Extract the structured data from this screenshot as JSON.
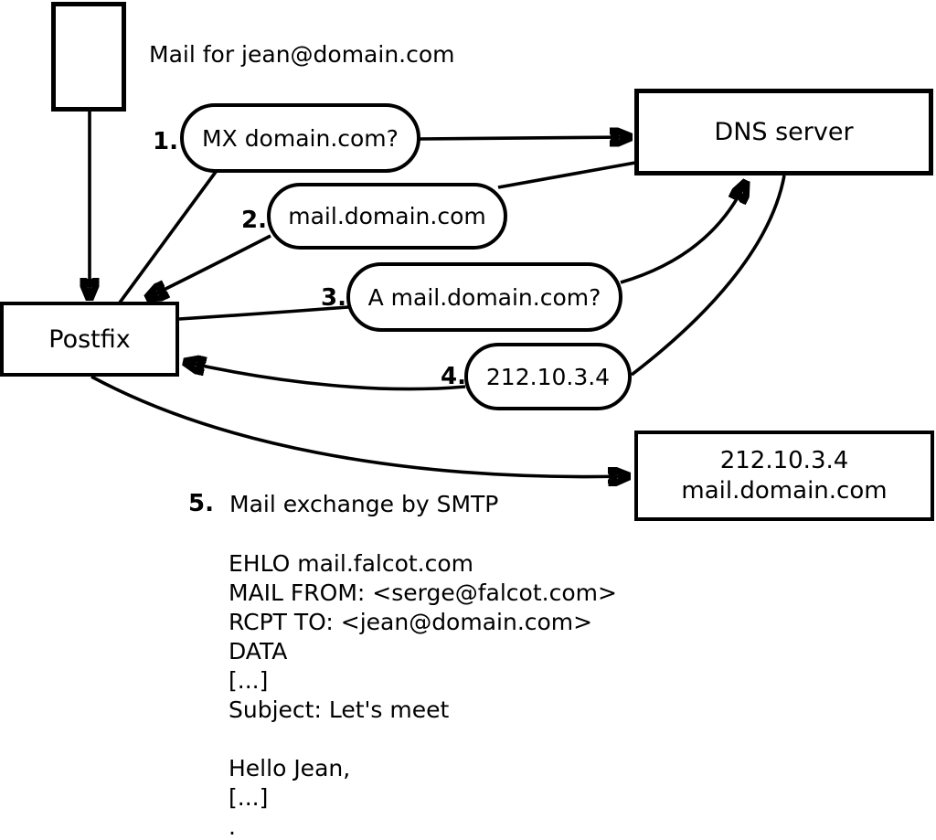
{
  "caption": "Mail for jean@domain.com",
  "nodes": {
    "postfix": "Postfix",
    "dns": "DNS server",
    "mail_server": {
      "line1": "212.10.3.4",
      "line2": "mail.domain.com"
    }
  },
  "steps": [
    {
      "num": "1.",
      "label": "MX domain.com?"
    },
    {
      "num": "2.",
      "label": "mail.domain.com"
    },
    {
      "num": "3.",
      "label": "A mail.domain.com?"
    },
    {
      "num": "4.",
      "label": "212.10.3.4"
    },
    {
      "num": "5.",
      "label": "Mail exchange by SMTP"
    }
  ],
  "smtp_transcript": [
    "EHLO mail.falcot.com",
    "MAIL FROM: <serge@falcot.com>",
    "RCPT TO: <jean@domain.com>",
    "DATA",
    "[...]",
    "Subject: Let's meet",
    "",
    "Hello Jean,",
    "[...]",
    "."
  ],
  "colors": {
    "line": "#000000",
    "background": "#ffffff"
  }
}
